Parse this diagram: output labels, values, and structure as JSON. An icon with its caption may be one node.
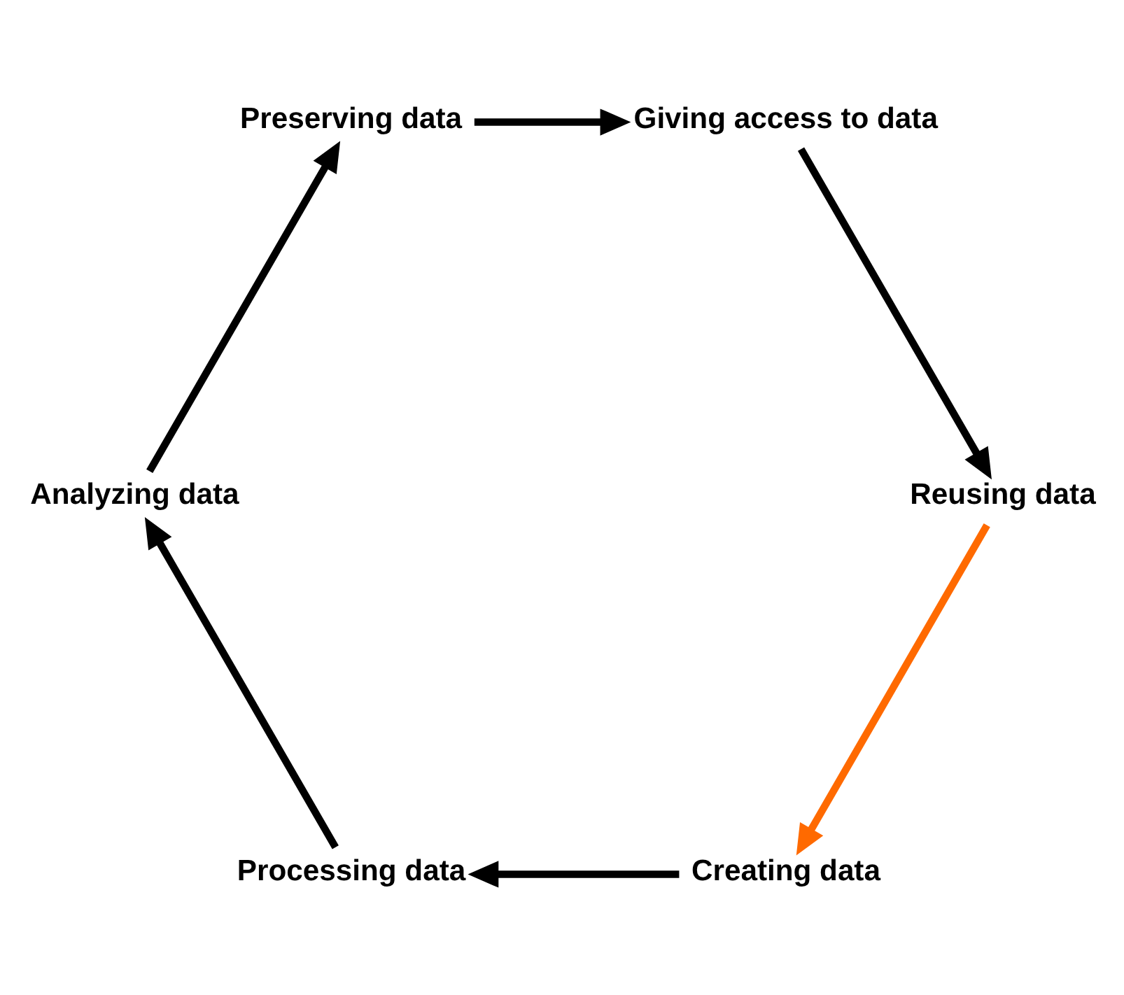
{
  "diagram": {
    "nodes": [
      {
        "text": [
          "Creating data"
        ]
      },
      {
        "text": [
          "Processing data"
        ]
      },
      {
        "text": [
          "Analyzing data"
        ]
      },
      {
        "text": [
          "Preserving data"
        ]
      },
      {
        "text": [
          "Giving access to data"
        ]
      },
      {
        "text": [
          "Reusing data"
        ]
      }
    ],
    "edges": [
      {
        "from": 0,
        "to": 1,
        "arrow": "to"
      },
      {
        "from": 1,
        "to": 2,
        "arrow": "to"
      },
      {
        "from": 2,
        "to": 3,
        "arrow": "to"
      },
      {
        "from": 3,
        "to": 4,
        "arrow": "to"
      },
      {
        "from": 4,
        "to": 5,
        "arrow": "to"
      },
      {
        "from": 5,
        "to": 0,
        "arrow": "to",
        "color": "#ff6a00"
      }
    ]
  }
}
